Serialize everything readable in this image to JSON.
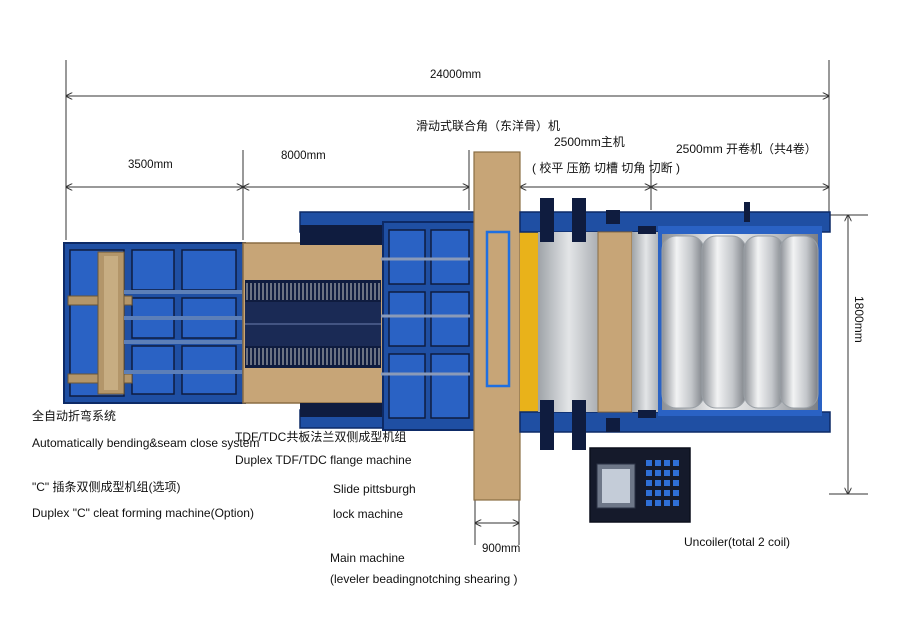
{
  "dimensions": {
    "total": "24000mm",
    "section_a": "3500mm",
    "section_b": "8000mm",
    "main_machine": "2500mm主机",
    "main_machine_ops": "( 校平 压筋 切槽 切角 切断 )",
    "uncoiler": "2500mm 开卷机（共4卷）",
    "slide_width": "900mm",
    "height": "1800mm"
  },
  "labels": {
    "slide_cn": "滑动式联合角（东洋骨）机",
    "auto_cn": "全自动折弯系统",
    "auto_en": "Automatically bending&seam close system",
    "cleat_cn": "\"C\" 插条双侧成型机组(选项)",
    "cleat_en": "Duplex \"C\" cleat forming machine(Option)",
    "tdf_cn": "TDF/TDC共板法兰双侧成型机组",
    "tdf_en": "Duplex TDF/TDC flange machine",
    "slide_en_1": "Slide pittsburgh",
    "slide_en_2": "lock machine",
    "main_en_1": "Main machine",
    "main_en_2": "(leveler beadingnotching shearing )",
    "uncoiler_en": "Uncoiler(total 2 coil)"
  },
  "colors": {
    "frame_blue": "#1f4fa3",
    "dark_navy": "#0f1c3f",
    "cell_blue": "#2a62c4",
    "tan": "#c7a577",
    "steel": "#b8bcc0",
    "yellow": "#e9b21a"
  }
}
